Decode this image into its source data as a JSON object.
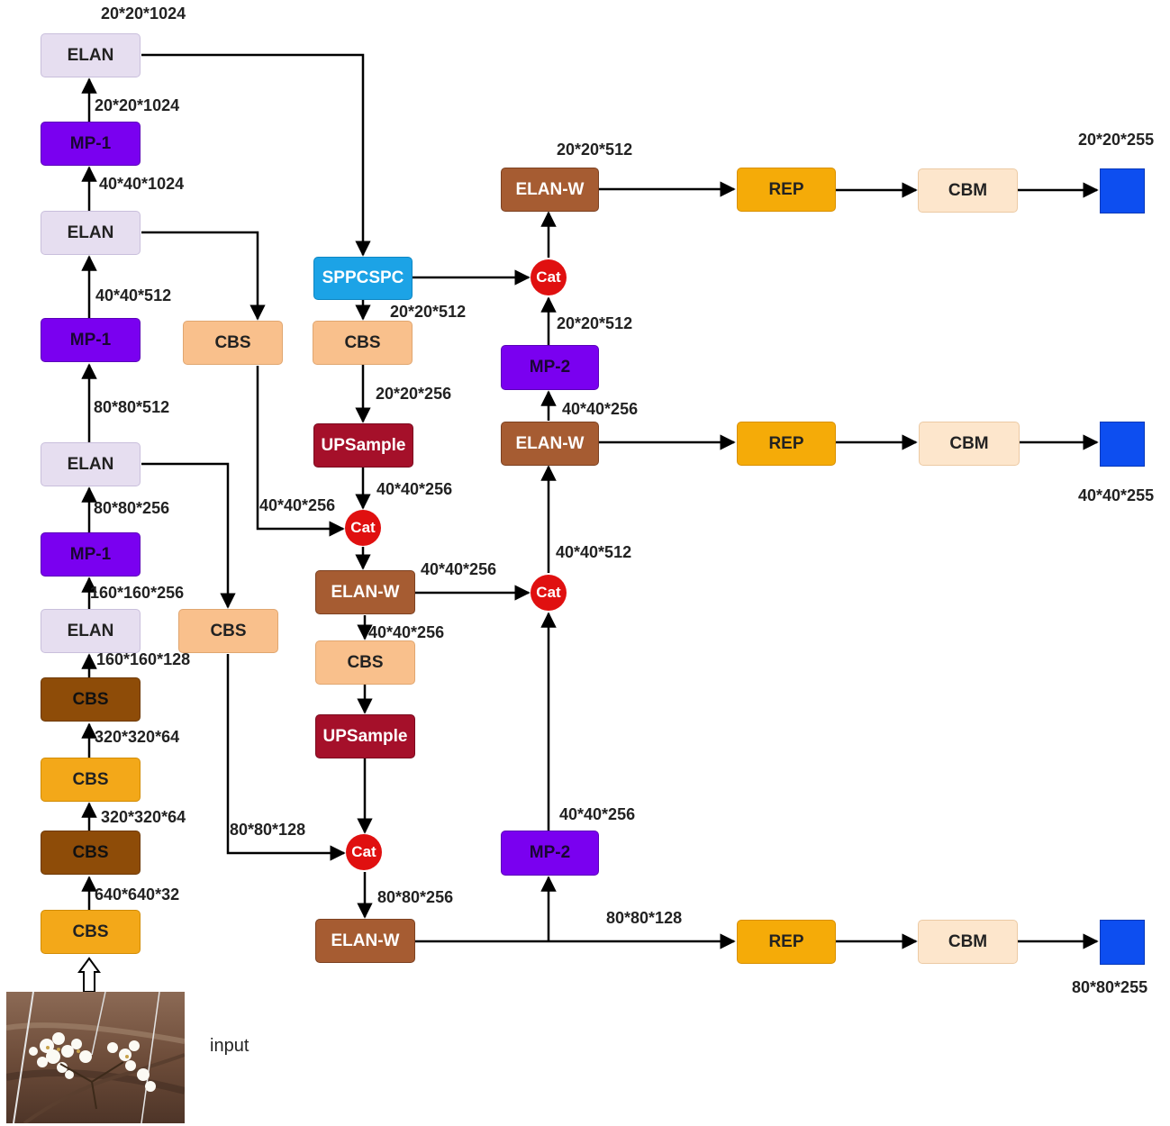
{
  "blocks": {
    "elan": "ELAN",
    "mp1": "MP-1",
    "mp2": "MP-2",
    "cbs": "CBS",
    "cbm": "CBM",
    "rep": "REP",
    "elanw": "ELAN-W",
    "sppcspc": "SPPCSPC",
    "upsample": "UPSample",
    "cat": "Cat"
  },
  "input_label": "input",
  "backbone_labels": {
    "top": "20*20*1024",
    "mp1_top_out": "20*20*1024",
    "elan3_out": "40*40*1024",
    "mp1_mid_out": "40*40*512",
    "elan2_out": "80*80*512",
    "mp1_low_out": "80*80*256",
    "elan1_out": "160*160*256",
    "cbs3_out": "160*160*128",
    "cbs2_out": "320*320*64",
    "cbs1_out": "320*320*64",
    "cbs0_out": "640*640*32"
  },
  "neck_labels": {
    "sppcspc_out": "20*20*512",
    "cbs_out": "20*20*256",
    "upsample1_out": "40*40*256",
    "cbs_lateral1": "40*40*256",
    "elanw1_right": "40*40*256",
    "elanw1_down": "40*40*256",
    "cbs_lateral2": "80*80*128",
    "cat3_out": "80*80*256"
  },
  "head_labels": {
    "elanw_top": "20*20*512",
    "mp2_top_out": "20*20*512",
    "elanw_mid_out": "40*40*256",
    "cat_mid_out": "40*40*512",
    "mp2_low_out": "40*40*256",
    "bottom_branch": "80*80*128"
  },
  "outputs": [
    "20*20*255",
    "40*40*255",
    "80*80*255"
  ],
  "colors": {
    "elan": "#e6def0",
    "mp": "#7a00f0",
    "cbs_light": "#f9c08c",
    "cbs_yellow": "#f3a819",
    "cbs_brown": "#8e4c08",
    "sppcspc": "#1ca3e6",
    "upsample": "#a5102a",
    "elanw": "#a65c32",
    "rep": "#f5ab08",
    "cbm": "#fde6cc",
    "cat": "#e01010",
    "output": "#0d4ef0"
  }
}
